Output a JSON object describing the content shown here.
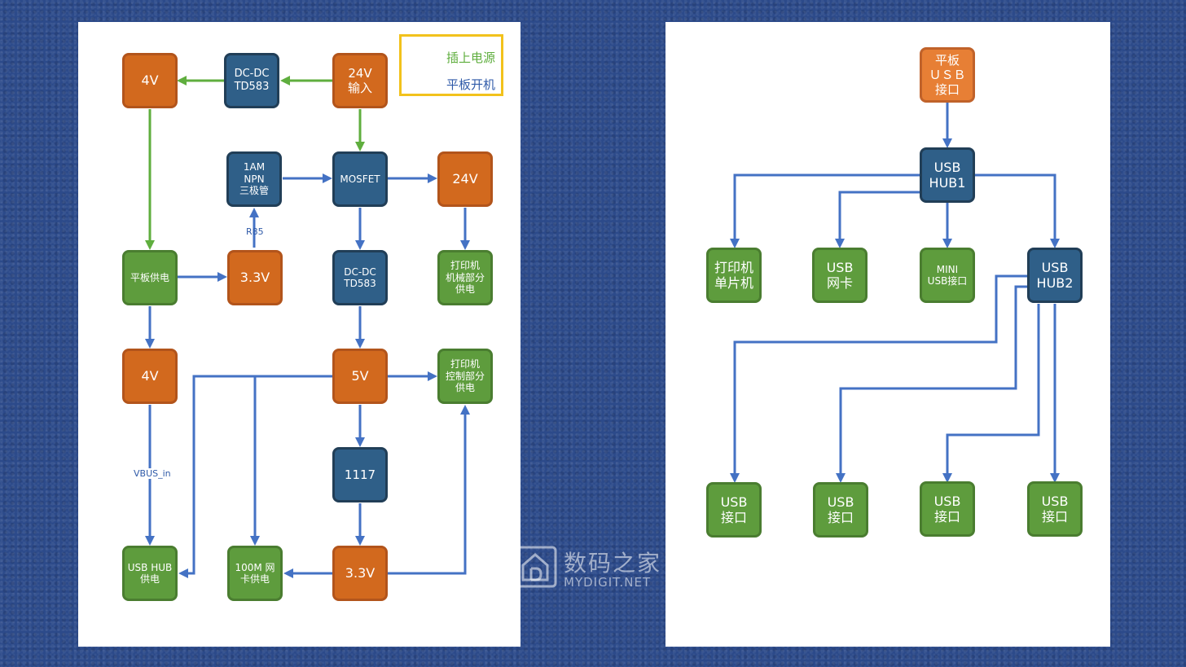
{
  "colors": {
    "green_arrow": "#5fae3e",
    "blue_arrow": "#4472c4",
    "orange_node": "#d2691e",
    "navy_node": "#2f5f88",
    "green_node": "#5e9c3d",
    "legend_border": "#f2c21c"
  },
  "legend": {
    "green_label": "插上电源",
    "blue_label": "平板开机"
  },
  "power": {
    "nodes": {
      "v4_top": "4V",
      "dcdc_top": "DC-DC\nTD583",
      "v24_in": "24V\n输入",
      "npn": "1AM\nNPN\n三极管",
      "mosfet": "MOSFET",
      "v24_out": "24V",
      "tablet_supply": "平板供电",
      "v33_mid": "3.3V",
      "dcdc_mid": "DC-DC\nTD583",
      "printer_mech": "打印机\n机械部分\n供电",
      "v4_mid": "4V",
      "v5": "5V",
      "printer_ctrl": "打印机\n控制部分\n供电",
      "ic1117": "1117",
      "usb_hub_supply": "USB HUB\n供电",
      "net_supply": "100M  网\n卡供电",
      "v33_bot": "3.3V"
    },
    "labels": {
      "r85": "R85",
      "vbus": "VBUS_in"
    }
  },
  "usb": {
    "nodes": {
      "tablet_usb": "平板\nＵＳＢ\n接口",
      "hub1": "USB\nHUB1",
      "printer_mcu": "打印机\n单片机",
      "net_card": "USB\n网卡",
      "mini_usb": "MINI\nUSB接口",
      "hub2": "USB\nHUB2",
      "port1": "USB\n接口",
      "port2": "USB\n接口",
      "port3": "USB\n接口",
      "port4": "USB\n接口"
    }
  },
  "watermark": {
    "cn": "数码之家",
    "en": "MYDIGIT.NET"
  }
}
